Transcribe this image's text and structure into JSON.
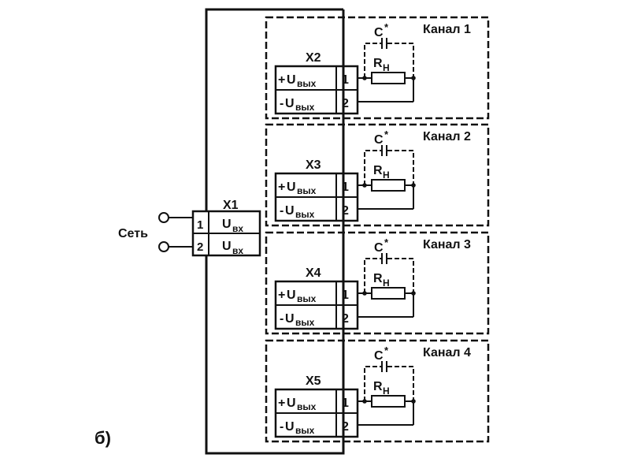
{
  "figure_label": "б)",
  "network": {
    "label": "Сеть",
    "connector": "X1",
    "pins": [
      {
        "num": "1",
        "signal_main": "U",
        "signal_sub": "вх"
      },
      {
        "num": "2",
        "signal_main": "U",
        "signal_sub": "вх"
      }
    ]
  },
  "channels": [
    {
      "name": "Канал 1",
      "connector": "X2",
      "capacitor": "C",
      "capacitor_mark": "*",
      "resistor": "R",
      "resistor_sub": "Н",
      "pins": [
        {
          "num": "1",
          "sign": "+",
          "main": "U",
          "sub": "вых"
        },
        {
          "num": "2",
          "sign": "-",
          "main": "U",
          "sub": "вых"
        }
      ]
    },
    {
      "name": "Канал 2",
      "connector": "X3",
      "capacitor": "C",
      "capacitor_mark": "*",
      "resistor": "R",
      "resistor_sub": "Н",
      "pins": [
        {
          "num": "1",
          "sign": "+",
          "main": "U",
          "sub": "вых"
        },
        {
          "num": "2",
          "sign": "-",
          "main": "U",
          "sub": "вых"
        }
      ]
    },
    {
      "name": "Канал 3",
      "connector": "X4",
      "capacitor": "C",
      "capacitor_mark": "*",
      "resistor": "R",
      "resistor_sub": "Н",
      "pins": [
        {
          "num": "1",
          "sign": "+",
          "main": "U",
          "sub": "вых"
        },
        {
          "num": "2",
          "sign": "-",
          "main": "U",
          "sub": "вых"
        }
      ]
    },
    {
      "name": "Канал 4",
      "connector": "X5",
      "capacitor": "C",
      "capacitor_mark": "*",
      "resistor": "R",
      "resistor_sub": "Н",
      "pins": [
        {
          "num": "1",
          "sign": "+",
          "main": "U",
          "sub": "вых"
        },
        {
          "num": "2",
          "sign": "-",
          "main": "U",
          "sub": "вых"
        }
      ]
    }
  ]
}
